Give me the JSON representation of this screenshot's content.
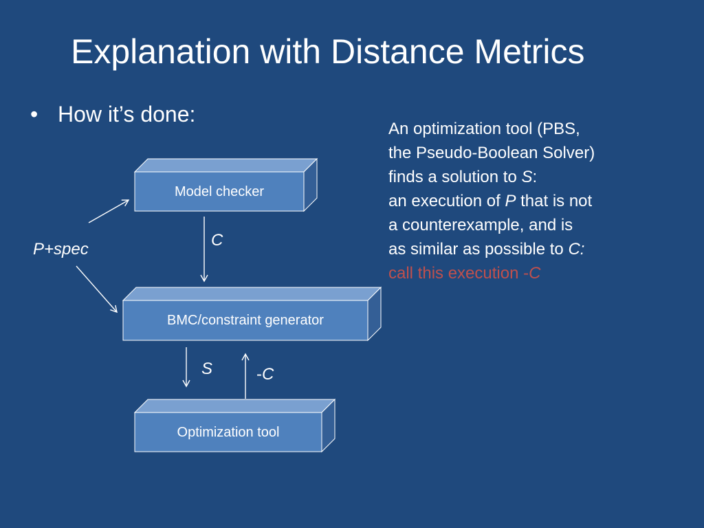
{
  "slide": {
    "title": "Explanation with Distance Metrics",
    "bullet": "How it’s done:",
    "description": {
      "line1": "An optimization tool (PBS,",
      "line2": "the Pseudo-Boolean Solver)",
      "line3_prefix": "finds a solution to ",
      "line3_var": "S",
      "line3_suffix": ":",
      "line4_prefix": "an execution of ",
      "line4_var": "P",
      "line4_suffix": " that is not",
      "line5": "a counterexample, and is",
      "line6_prefix": "as similar as possible to ",
      "line6_var": "C:",
      "line7_prefix": "call this execution -",
      "line7_var": "C"
    }
  },
  "diagram": {
    "box_model_checker": "Model checker",
    "box_bmc": "BMC/constraint generator",
    "box_optimization": "Optimization tool",
    "label_input": "P+spec",
    "label_c": "C",
    "label_s": "S",
    "label_neg_c": "-C"
  },
  "colors": {
    "background": "#1f497d",
    "box_front": "#4f81bd",
    "box_top": "#7aa0d0",
    "box_side": "#345f96",
    "highlight": "#c0504d"
  }
}
